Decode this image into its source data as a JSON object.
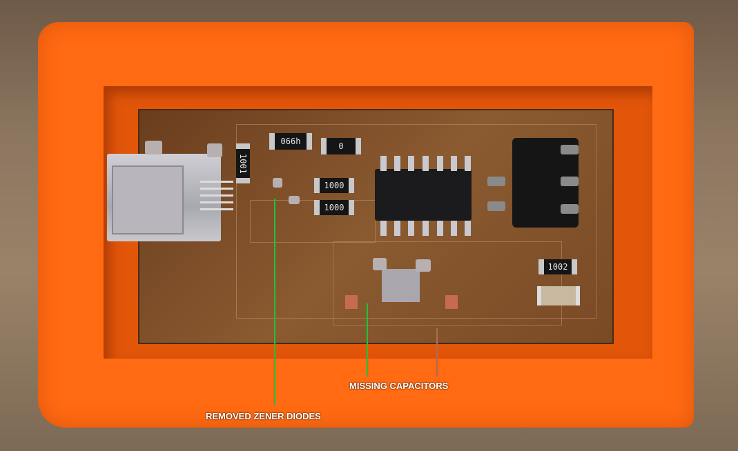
{
  "annotations": {
    "zener_label": "REMOVED ZENER DIODES",
    "capacitors_label": "MISSING CAPACITORS"
  },
  "components": {
    "r_vertical": "1001",
    "r_top_left": "066h",
    "r_top_right": "0",
    "r_mid_1": "1000",
    "r_mid_2": "1000",
    "r_right": "1002"
  },
  "colors": {
    "case": "#ff6a12",
    "annotation_line": "#1fc23a",
    "annotation_line_alt": "#b06a50"
  }
}
